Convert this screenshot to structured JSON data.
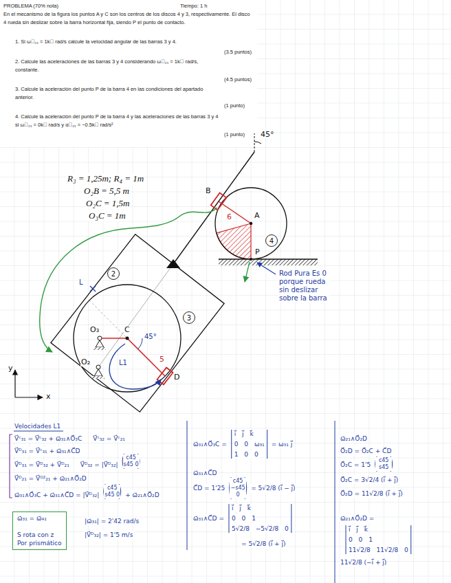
{
  "diagram": {
    "nodes": [
      {
        "text": [
          "2"
        ]
      },
      {
        "text": [
          "3"
        ]
      },
      {
        "text": [
          "4"
        ]
      },
      {
        "text": [
          "ω⃗₃₁ = ω⃗₄₁",
          "S rota con z",
          "Por prismático"
        ]
      }
    ],
    "labels": [
      "PROBLEMA (70% nota)",
      "Tiempo: 1 h",
      "En el mecanismo de la figura los puntos A y C son los centros de los discos 4 y 3, respectivamente. El disco 4 rueda sin deslizar sobre la barra horizontal fija, siendo P el punto de contacto.",
      "1. Si ω⃗₂₁ = 1k⃗ rad/s calcule la velocidad angular de las barras 3 y 4.",
      "(3.5 puntos)",
      "2. Calcule las aceleraciones de las barras 3 y 4 considerando ω⃗₂₁ = 1k⃗ rad/s, constante.",
      "(4.5 puntos)",
      "3. Calcule la aceleración del punto P de la barra 4 en las condiciones del apartado anterior.",
      "(1 punto)",
      "4. Calcule la aceleración del punto P de la barra 4 y las aceleraciones de las barras 3 y 4 si ω⃗₂₁ = 0k⃗ rad/s y α⃗₂₁ = −0.5k⃗ rad/s²",
      "(1 punto)",
      "R₃ = 1,25m; R₄ = 1m",
      "O₂B = 5,5 m",
      "O₂C = 1,5m",
      "O₃C = 1m",
      "45°",
      "B",
      "A",
      "6",
      "P",
      "C",
      "O₃",
      "O₂",
      "D",
      "5",
      "45°",
      "L",
      "L1",
      "y",
      "x",
      "Rod Pura Es 0 porque rueda sin deslizar sobre la barra",
      "Velocidades L1",
      "V⃗ᶜ₃₁ = V⃗ᶜ₃₂ + ω⃗₃₁∧O⃗₃C",
      "V⃗ᶜ₃₂ = V⃗ᶜ₂₁",
      "V⃗ᴰ₃₁ = V⃗ᶜ₃₁ + ω⃗₃₁∧C⃗D",
      "V⃗ᴰ₃₁ = V⃗ᴰ₃₂ + V⃗ᴰ₂₁",
      "V⃗ᴰ₃₂ = |V⃗ᴰ₃₂|",
      "c45 s45 0",
      "V⃗ᴰ₂₁ = V⃗ᴼ²₂₁ + ω⃗₂₁∧O⃗₂D",
      "ω⃗₃₁∧O⃗₃C + ω⃗₃₁∧C⃗D = |V⃗ᴰ₃₂|",
      "c45 s45 0",
      "+ ω⃗₂₁∧O⃗₂D",
      "|ω⃗₃₁| = 2'42 rad/s",
      "|V⃗ᴰ₃₂| = 1'5 m/s",
      "ω⃗₃₁∧O⃗₃C =",
      "i⃗ j⃗ k⃗",
      "0 0 ω₃₁",
      "1 0 0",
      "= ω₃₁ j⃗",
      "ω⃗₃₁∧C⃗D",
      "C⃗D = 1'25",
      "c45 −s45 0",
      "= 5√2/8 (i⃗ − j⃗)",
      "ω⃗₃₁∧C⃗D =",
      "i⃗ j⃗ k⃗",
      "0 0 1",
      "5√2/8 −5√2/8 0",
      "= 5√2/8 (i⃗ + j⃗)",
      "ω⃗₂₁∧O⃗₂D",
      "O⃗₂D = O⃗₂C + C⃗D",
      "O⃗₂C = 1'5",
      "c45 s45",
      "O⃗₂C = 3√2/4 (i⃗ + j⃗)",
      "O⃗₂D = 11√2/8 (i⃗ + j⃗)",
      "ω⃗₂₁∧O⃗₂D =",
      "i⃗ j⃗ k⃗",
      "0 0 1",
      "11√2/8 11√2/8 0",
      "11√2/8 (−i⃗ + j⃗)"
    ]
  }
}
